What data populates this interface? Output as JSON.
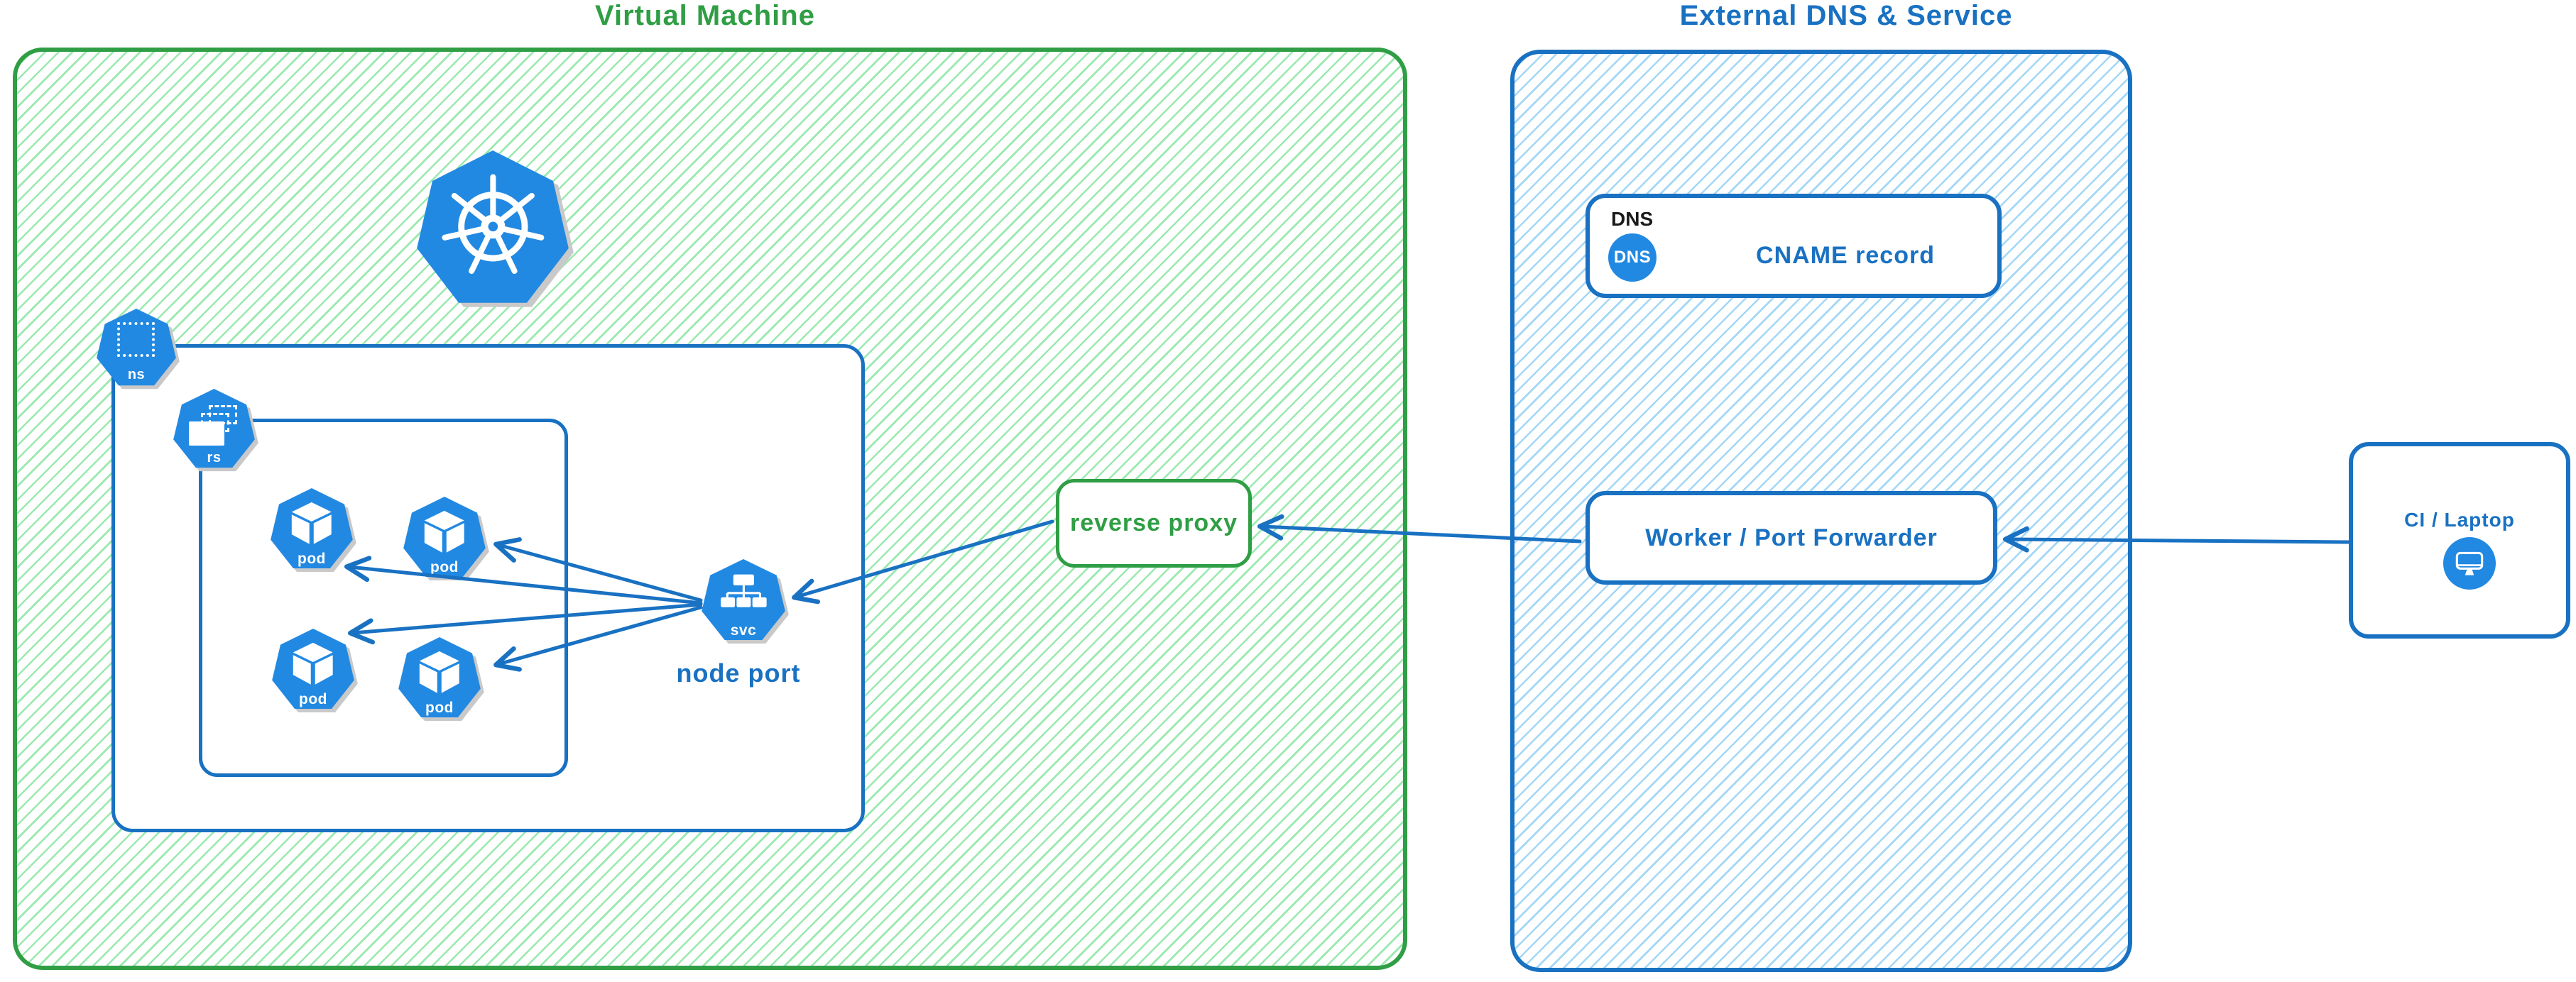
{
  "colors": {
    "green_border": "#2f9e44",
    "green_hatch": "#9ae9af",
    "blue_border": "#1971c2",
    "blue_hatch": "#a3d7f7",
    "icon_blue": "#2289e2",
    "icon_shadow": "#c9c9c9",
    "dns_tag_text": "#1a1a1a"
  },
  "vm_region": {
    "title": "Virtual Machine",
    "kubernetes_logo": "kubernetes",
    "namespace": {
      "badge": "ns",
      "replica_set": {
        "badge": "rs",
        "pods": [
          {
            "label": "pod"
          },
          {
            "label": "pod"
          },
          {
            "label": "pod"
          },
          {
            "label": "pod"
          }
        ]
      },
      "service": {
        "badge": "svc",
        "caption": "node port"
      }
    }
  },
  "reverse_proxy": {
    "label": "reverse proxy"
  },
  "external_region": {
    "title": "External DNS & Service",
    "dns_card": {
      "tag": "DNS",
      "badge": "DNS",
      "record": "CNAME record"
    },
    "worker_card": {
      "label": "Worker / Port Forwarder"
    }
  },
  "client_card": {
    "label": "CI / Laptop"
  }
}
